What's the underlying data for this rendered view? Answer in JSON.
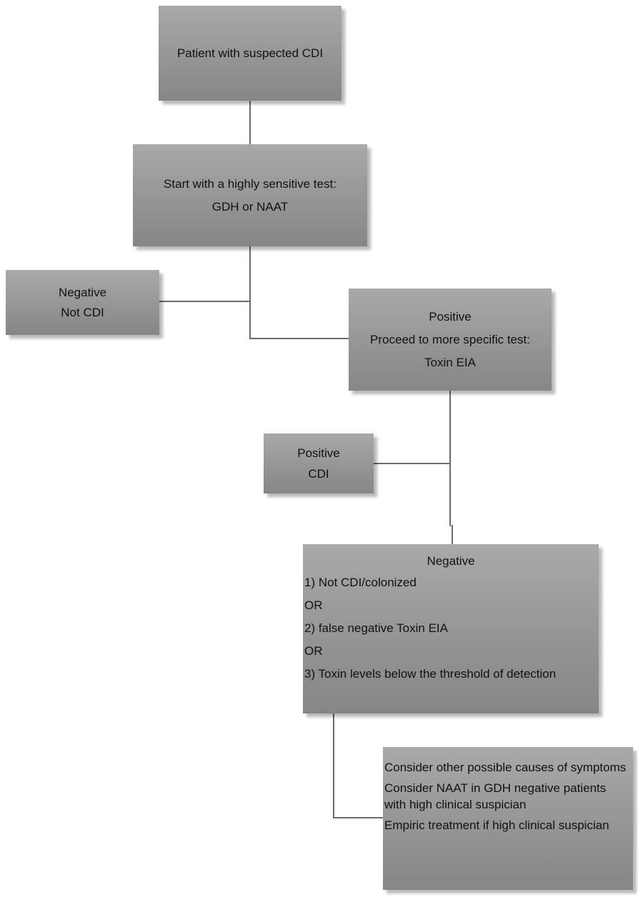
{
  "boxes": {
    "start": {
      "text": "Patient with suspected CDI"
    },
    "sensitive_test": {
      "line1": "Start with a highly sensitive test:",
      "line2": "GDH or NAAT"
    },
    "negative_first": {
      "line1": "Negative",
      "line2": "Not CDI"
    },
    "positive_first": {
      "line1": "Positive",
      "line2": "Proceed to more specific test:",
      "line3": "Toxin EIA"
    },
    "positive_cdi": {
      "line1": "Positive",
      "line2": "CDI"
    },
    "negative_second": {
      "title": "Negative",
      "items": [
        "1) Not CDI/colonized",
        "OR",
        "2) false negative Toxin EIA",
        "OR",
        "3) Toxin levels below the threshold of detection"
      ]
    },
    "consider": {
      "items": [
        "Consider other possible causes of symptoms",
        "Consider NAAT in GDH negative patients with high clinical suspician",
        "Empiric treatment if high clinical suspician"
      ]
    }
  }
}
